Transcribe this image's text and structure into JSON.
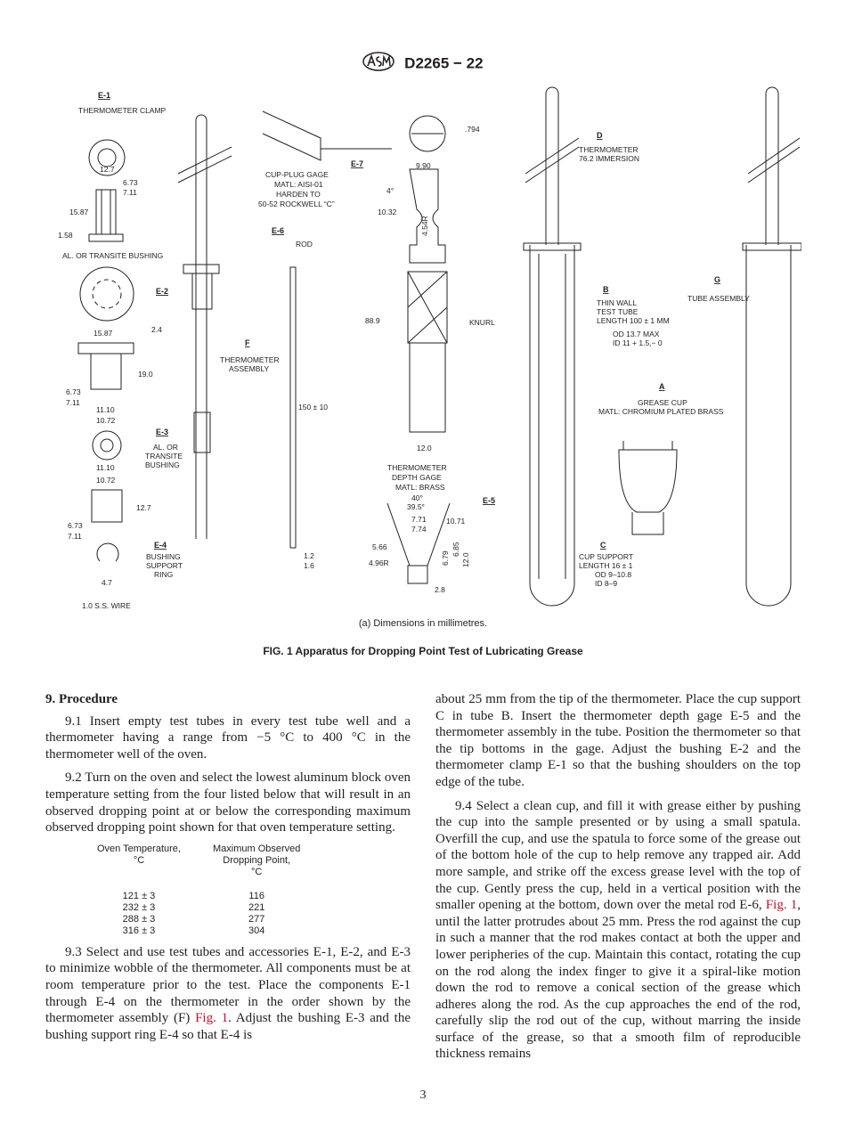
{
  "header": {
    "standard_id": "D2265 − 22"
  },
  "figure_labels": {
    "e1": "E-1",
    "thermometer_clamp": "THERMOMETER CLAMP",
    "d127": "12.7",
    "d673": "6.73",
    "d711": "7.11",
    "d1587": "15.87",
    "d158": "1.58",
    "bushing1": "AL. OR TRANSITE BUSHING",
    "e2": "E-2",
    "d1587b": "15.87",
    "d24": "2.4",
    "d190": "19.0",
    "d673b": "6.73",
    "d711b": "7.11",
    "d1110": "11.10",
    "d1072": "10.72",
    "e3": "E-3",
    "al_or": "AL. OR",
    "transite": "TRANSITE",
    "bushing": "BUSHING",
    "d1110b": "11.10",
    "d1072b": "10.72",
    "d127b": "12.7",
    "d673c": "6.73",
    "d711c": "7.11",
    "e4": "E-4",
    "bushing2": "BUSHING",
    "support": "SUPPORT",
    "ring": "RING",
    "d47": "4.7",
    "wire": "1.0 S.S. WIRE",
    "f": "F",
    "thermometer": "THERMOMETER",
    "assembly": "ASSEMBLY",
    "cup_plug_gage": "CUP-PLUG GAGE",
    "matl_aisi": "MATL: AISI-01",
    "harden_to": "HARDEN TO",
    "rockwell": "50-52 ROCKWELL “C”",
    "e6": "E-6",
    "rod": "ROD",
    "d15010": "150 ± 10",
    "d12": "1.2",
    "d16": "1.6",
    "e7": "E-7",
    "d794": ".794",
    "d990": "9.90",
    "d4deg": "4°",
    "d1032": "10.32",
    "d454r": "4.54R",
    "d889": "88.9",
    "knurl": "KNURL",
    "d120": "12.0",
    "thermometer_depth": "THERMOMETER",
    "depth_gage": "DEPTH GAGE",
    "matl_brass": "MATL: BRASS",
    "d40": "40°",
    "d395": "39.5°",
    "d771": "7.71",
    "d774": "7.74",
    "d1071": "10.71",
    "e5": "E-5",
    "d566": "5.66",
    "d496r": "4.96R",
    "d679": "6.79",
    "d685": "6.85",
    "d120b": "12.0",
    "d28": "2.8",
    "d_lbl": "D",
    "thermometer2": "THERMOMETER",
    "immersion": "76.2 IMMERSION",
    "b_lbl": "B",
    "thin_wall": "THIN WALL",
    "test_tube": "TEST TUBE",
    "length100": "LENGTH 100 ± 1 MM",
    "od137": "OD 13.7 MAX",
    "id11": "ID 11 + 1.5,− 0",
    "g_lbl": "G",
    "tube_assembly": "TUBE ASSEMBLY",
    "a_lbl": "A",
    "grease_cup": "GREASE CUP",
    "matl_chrome": "MATL: CHROMIUM PLATED BRASS",
    "c_lbl": "C",
    "cup_support": "CUP SUPPORT",
    "length16": "LENGTH 16 ± 1",
    "od9": "OD 9–10.8",
    "id8": "ID 8–9"
  },
  "figure_subcaption": "(a) Dimensions in millimetres.",
  "figure_caption": "FIG. 1 Apparatus for Dropping Point Test of Lubricating Grease",
  "section": {
    "title": "9. Procedure",
    "p91": "9.1 Insert empty test tubes in every test tube well and a thermometer having a range from −5 °C to 400 °C in the thermometer well of the oven.",
    "p92": "9.2 Turn on the oven and select the lowest aluminum block oven temperature setting from the four listed below that will result in an observed dropping point at or below the corresponding maximum observed dropping point shown for that oven temperature setting.",
    "table": {
      "h1": "Oven Temperature,\n°C",
      "h2": "Maximum Observed\nDropping Point,\n°C",
      "rows": [
        [
          "121 ± 3",
          "116"
        ],
        [
          "232 ± 3",
          "221"
        ],
        [
          "288 ± 3",
          "277"
        ],
        [
          "316 ± 3",
          "304"
        ]
      ]
    },
    "p93_a": "9.3 Select and use test tubes and accessories E-1, E-2, and E-3 to minimize wobble of the thermometer. All components must be at room temperature prior to the test. Place the components E-1 through E-4 on the thermometer in the order shown by the thermometer assembly (F) ",
    "p93_link": "Fig. 1",
    "p93_b": ". Adjust the bushing E-3 and the bushing support ring E-4 so that E-4 is",
    "p93_cont": "about 25 mm from the tip of the thermometer. Place the cup support C in tube B. Insert the thermometer depth gage E-5 and the thermometer assembly in the tube. Position the thermometer so that the tip bottoms in the gage. Adjust the bushing E-2 and the thermometer clamp E-1 so that the bushing shoulders on the top edge of the tube.",
    "p94_a": "9.4 Select a clean cup, and fill it with grease either by pushing the cup into the sample presented or by using a small spatula. Overfill the cup, and use the spatula to force some of the grease out of the bottom hole of the cup to help remove any trapped air. Add more sample, and strike off the excess grease level with the top of the cup. Gently press the cup, held in a vertical position with the smaller opening at the bottom, down over the metal rod E-6, ",
    "p94_link": "Fig. 1",
    "p94_b": ", until the latter protrudes about 25 mm. Press the rod against the cup in such a manner that the rod makes contact at both the upper and lower peripheries of the cup. Maintain this contact, rotating the cup on the rod along the index finger to give it a spiral-like motion down the rod to remove a conical section of the grease which adheres along the rod. As the cup approaches the end of the rod, carefully slip the rod out of the cup, without marring the inside surface of the grease, so that a smooth film of reproducible thickness remains"
  },
  "page_number": "3"
}
